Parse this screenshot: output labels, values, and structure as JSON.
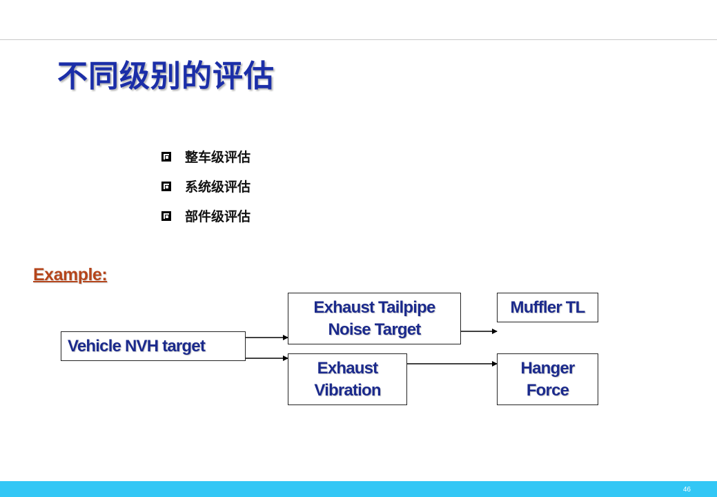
{
  "slide": {
    "title": "不同级别的评估",
    "page_number": "46"
  },
  "bullets": [
    {
      "label": "整车级评估",
      "icon": "checkbox-icon"
    },
    {
      "label": "系统级评估",
      "icon": "checkbox-icon"
    },
    {
      "label": "部件级评估",
      "icon": "checkbox-icon"
    }
  ],
  "example": {
    "label": "Example:",
    "nodes": {
      "vehicle_nvh": "Vehicle NVH target",
      "tailpipe_noise": "Exhaust Tailpipe Noise Target",
      "exhaust_vibration": "Exhaust Vibration",
      "muffler_tl": "Muffler TL",
      "hanger_force": "Hanger Force"
    },
    "edges": [
      {
        "from": "Vehicle NVH target",
        "to": "Exhaust Tailpipe Noise Target"
      },
      {
        "from": "Vehicle NVH target",
        "to": "Exhaust Vibration"
      },
      {
        "from": "Exhaust Tailpipe Noise Target",
        "to": "Muffler TL"
      },
      {
        "from": "Exhaust Vibration",
        "to": "Hanger Force"
      }
    ]
  },
  "colors": {
    "title": "#1b2ea8",
    "node_text": "#1b2a8c",
    "example_label": "#b5451b",
    "footer_bar": "#33c7f5"
  }
}
